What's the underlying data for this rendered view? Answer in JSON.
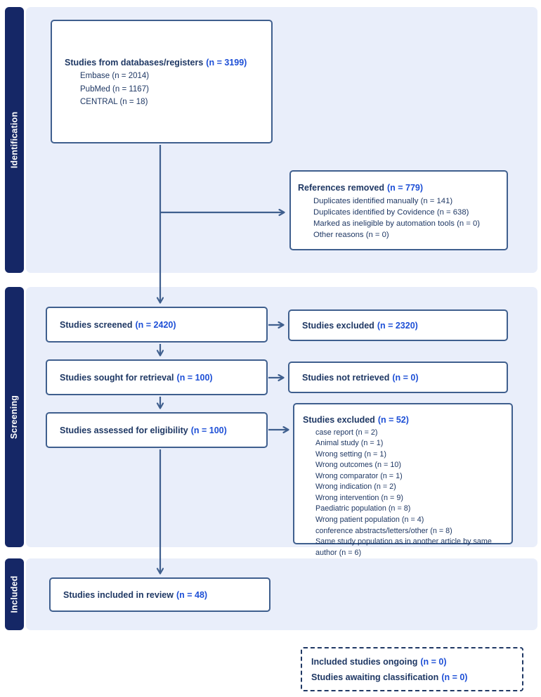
{
  "diagram": {
    "sections": {
      "identification": {
        "label": "Identification"
      },
      "screening": {
        "label": "Screening"
      },
      "included": {
        "label": "Included"
      }
    },
    "boxes": {
      "databases": {
        "title": "Studies from databases/registers",
        "n": "(n = 3199)",
        "items": {
          "0": "Embase (n = 2014)",
          "1": "PubMed (n = 1167)",
          "2": "CENTRAL (n = 18)"
        }
      },
      "references_removed": {
        "title": "References removed",
        "n": "(n = 779)",
        "items": {
          "0": "Duplicates identified manually (n = 141)",
          "1": "Duplicates identified by Covidence (n = 638)",
          "2": "Marked as ineligible by automation tools (n = 0)",
          "3": "Other reasons (n = 0)"
        }
      },
      "screened": {
        "title": "Studies screened",
        "n": "(n = 2420)"
      },
      "excluded_screening": {
        "title": "Studies excluded",
        "n": "(n = 2320)"
      },
      "sought": {
        "title": "Studies sought for retrieval",
        "n": "(n = 100)"
      },
      "not_retrieved": {
        "title": "Studies not retrieved",
        "n": "(n = 0)"
      },
      "assessed": {
        "title": "Studies assessed for eligibility",
        "n": "(n = 100)"
      },
      "excluded_eligibility": {
        "title": "Studies excluded",
        "n": "(n = 52)",
        "items": {
          "0": "case report (n = 2)",
          "1": "Animal study (n = 1)",
          "2": "Wrong setting (n = 1)",
          "3": "Wrong outcomes (n = 10)",
          "4": "Wrong comparator (n = 1)",
          "5": "Wrong indication (n = 2)",
          "6": "Wrong intervention (n = 9)",
          "7": "Paediatric population (n = 8)",
          "8": "Wrong patient population (n = 4)",
          "9": "conference abstracts/letters/other (n = 8)",
          "10": "Same study population as in another article by same author (n = 6)"
        }
      },
      "included_review": {
        "title": "Studies included in review",
        "n": "(n = 48)"
      },
      "ongoing": {
        "line1": {
          "title": "Included studies ongoing",
          "n": "(n = 0)"
        },
        "line2": {
          "title": "Studies awaiting classification",
          "n": "(n = 0)"
        }
      }
    },
    "colors": {
      "sidebar_navy": "#152766",
      "section_band": "#e9eefa",
      "box_border": "#3f5f8e",
      "text_dark": "#1f3864",
      "value_blue": "#1d4fd6",
      "background": "#ffffff"
    }
  }
}
